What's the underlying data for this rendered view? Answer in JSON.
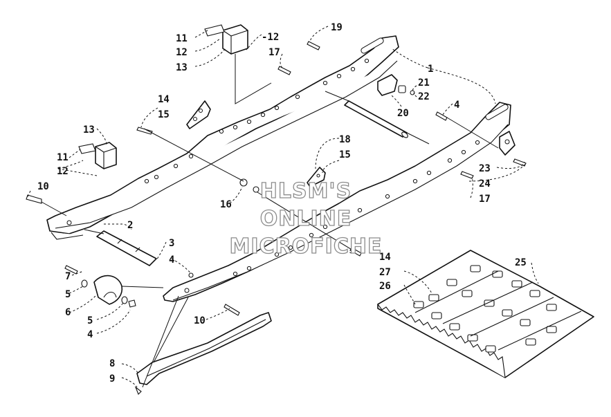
{
  "callouts": [
    {
      "id": "c11a",
      "text": "11"
    },
    {
      "id": "c12a",
      "text": "12"
    },
    {
      "id": "c13a",
      "text": "13"
    },
    {
      "id": "c12b",
      "text": "-12"
    },
    {
      "id": "c17a",
      "text": "17"
    },
    {
      "id": "c19",
      "text": "19"
    },
    {
      "id": "c1",
      "text": "1"
    },
    {
      "id": "c21",
      "text": "21"
    },
    {
      "id": "c22",
      "text": "22"
    },
    {
      "id": "c20",
      "text": "20"
    },
    {
      "id": "c4a",
      "text": "4"
    },
    {
      "id": "c14a",
      "text": "14"
    },
    {
      "id": "c15a",
      "text": "15"
    },
    {
      "id": "c13b",
      "text": "13"
    },
    {
      "id": "c11b",
      "text": "11"
    },
    {
      "id": "c12c",
      "text": "12"
    },
    {
      "id": "c10a",
      "text": "10"
    },
    {
      "id": "c18",
      "text": "18"
    },
    {
      "id": "c15b",
      "text": "15"
    },
    {
      "id": "c23",
      "text": "23"
    },
    {
      "id": "c24",
      "text": "24"
    },
    {
      "id": "c17b",
      "text": "17"
    },
    {
      "id": "c16",
      "text": "16"
    },
    {
      "id": "c2",
      "text": "2"
    },
    {
      "id": "c3",
      "text": "3"
    },
    {
      "id": "c4b",
      "text": "4"
    },
    {
      "id": "c14b",
      "text": "14"
    },
    {
      "id": "c27",
      "text": "27"
    },
    {
      "id": "c26",
      "text": "26"
    },
    {
      "id": "c25",
      "text": "25"
    },
    {
      "id": "c7",
      "text": "7"
    },
    {
      "id": "c5a",
      "text": "5"
    },
    {
      "id": "c6",
      "text": "6"
    },
    {
      "id": "c5b",
      "text": "5"
    },
    {
      "id": "c4c",
      "text": "4"
    },
    {
      "id": "c10b",
      "text": "10"
    },
    {
      "id": "c8",
      "text": "8"
    },
    {
      "id": "c9",
      "text": "9"
    }
  ],
  "watermark": {
    "line1": "HLSM'S",
    "line2": "ONLINE",
    "line3": "MICROFICHE"
  }
}
